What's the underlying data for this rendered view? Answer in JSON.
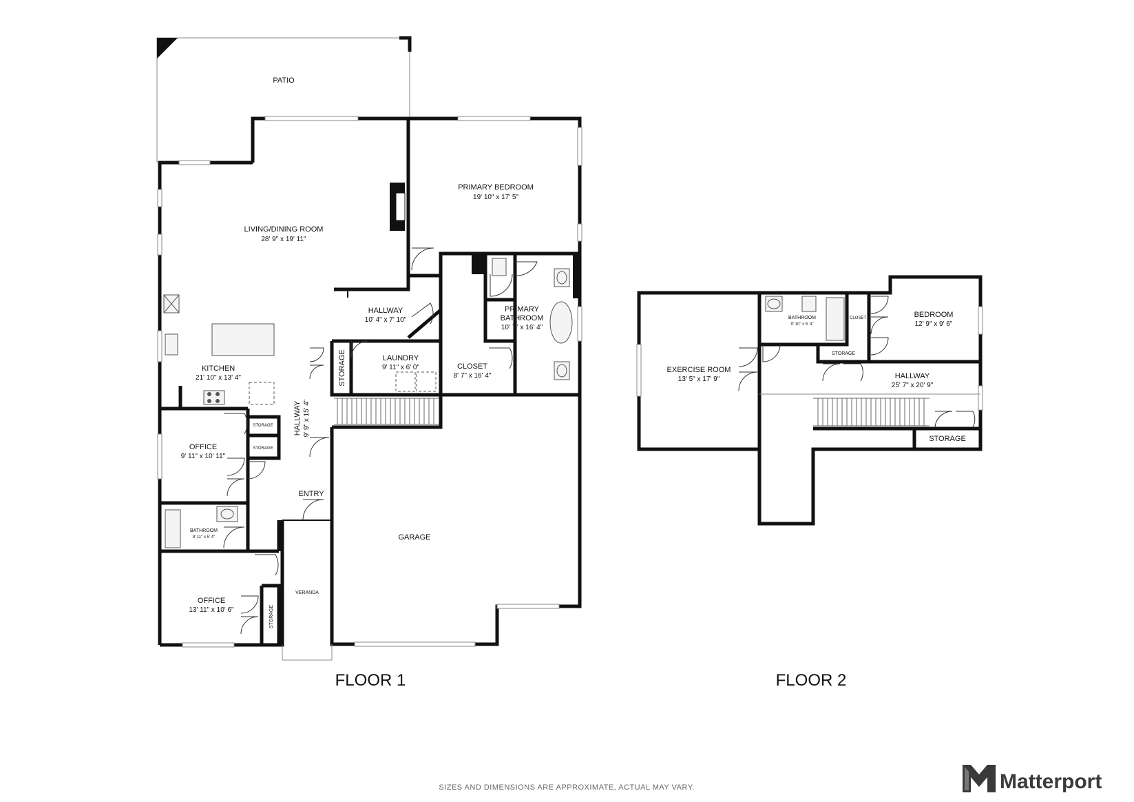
{
  "floors": [
    {
      "title": "FLOOR 1",
      "rooms": [
        {
          "name": "PATIO",
          "dims": ""
        },
        {
          "name": "PRIMARY BEDROOM",
          "dims": "19' 10\" x 17' 5\""
        },
        {
          "name": "LIVING/DINING ROOM",
          "dims": "28' 9\" x 19' 11\""
        },
        {
          "name": "HALLWAY",
          "dims": "10' 4\" x 7' 10\""
        },
        {
          "name": "PRIMARY",
          "name2": "BATHROOM",
          "dims": "10' 7\" x 16' 4\""
        },
        {
          "name": "LAUNDRY",
          "dims": "9' 11\" x 6' 0\""
        },
        {
          "name": "CLOSET",
          "dims": "8' 7\" x 16' 4\""
        },
        {
          "name": "KITCHEN",
          "dims": "21' 10\" x 13' 4\""
        },
        {
          "name": "OFFICE",
          "dims": "9' 11\" x 10' 11\""
        },
        {
          "name": "HALLWAY",
          "dims": "9' 9\" x 15' 4\""
        },
        {
          "name": "ENTRY",
          "dims": ""
        },
        {
          "name": "GARAGE",
          "dims": ""
        },
        {
          "name": "BATHROOM",
          "dims": "9' 11\" x 5' 4\""
        },
        {
          "name": "OFFICE",
          "dims": "13' 11\" x 10' 6\""
        },
        {
          "name": "VERANDA",
          "dims": ""
        }
      ],
      "storage_labels": [
        "STORAGE",
        "STORAGE",
        "STORAGE",
        "STORAGE"
      ]
    },
    {
      "title": "FLOOR 2",
      "rooms": [
        {
          "name": "EXERCISE ROOM",
          "dims": "13' 5\" x 17' 9\""
        },
        {
          "name": "BATHROOM",
          "dims": "9' 10\" x 5' 4\""
        },
        {
          "name": "CLOSET",
          "dims": ""
        },
        {
          "name": "BEDROOM",
          "dims": "12' 9\" x 9' 6\""
        },
        {
          "name": "STORAGE",
          "dims": ""
        },
        {
          "name": "HALLWAY",
          "dims": "25' 7\" x 20' 9\""
        },
        {
          "name": "STORAGE",
          "dims": ""
        }
      ]
    }
  ],
  "disclaimer": "SIZES AND DIMENSIONS ARE APPROXIMATE, ACTUAL MAY VARY.",
  "brand": "Matterport",
  "icons": {
    "brand_logo": "matterport-logo-icon"
  },
  "colors": {
    "wall": "#111111",
    "background": "#ffffff",
    "text": "#111111"
  }
}
